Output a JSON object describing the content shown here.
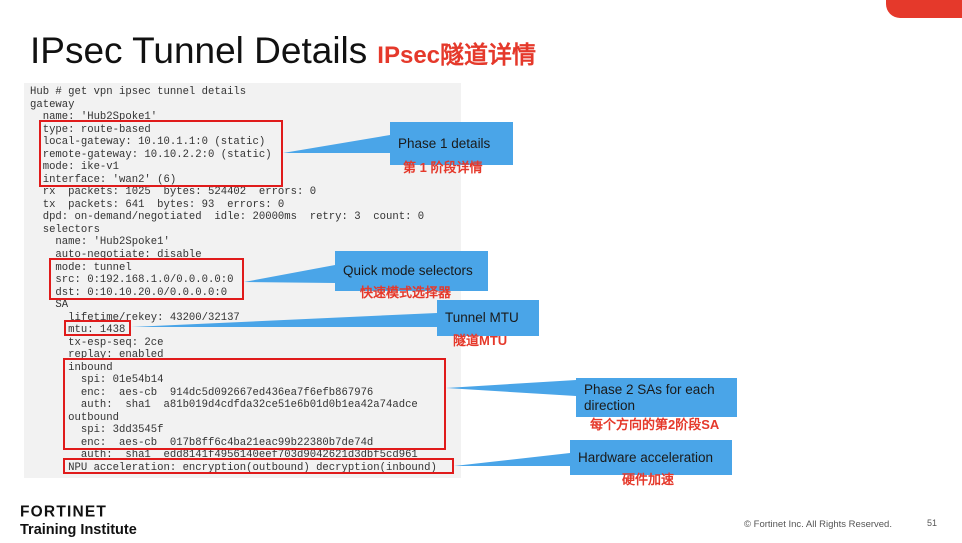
{
  "slide": {
    "title": "IPsec Tunnel Details",
    "title_cn": "IPsec隧道详情",
    "accent_color": "#e5392b"
  },
  "terminal": {
    "lines": [
      "Hub # get vpn ipsec tunnel details",
      "gateway",
      "  name: 'Hub2Spoke1'",
      "  type: route-based",
      "  local-gateway: 10.10.1.1:0 (static)",
      "  remote-gateway: 10.10.2.2:0 (static)",
      "  mode: ike-v1",
      "  interface: 'wan2' (6)",
      "  rx  packets: 1025  bytes: 524402  errors: 0",
      "  tx  packets: 641  bytes: 93  errors: 0",
      "  dpd: on-demand/negotiated  idle: 20000ms  retry: 3  count: 0",
      "  selectors",
      "    name: 'Hub2Spoke1'",
      "    auto-negotiate: disable",
      "    mode: tunnel",
      "    src: 0:192.168.1.0/0.0.0.0:0",
      "    dst: 0:10.10.20.0/0.0.0.0:0",
      "    SA",
      "      lifetime/rekey: 43200/32137",
      "      mtu: 1438",
      "      tx-esp-seq: 2ce",
      "      replay: enabled",
      "      inbound",
      "        spi: 01e54b14",
      "        enc:  aes-cb  914dc5d092667ed436ea7f6efb867976",
      "        auth:  sha1  a81b019d4cdfda32ce51e6b01d0b1ea42a74adce",
      "      outbound",
      "        spi: 3dd3545f",
      "        enc:  aes-cb  017b8ff6c4ba21eac99b22380b7de74d",
      "        auth:  sha1  edd8141f4956140eef703d9042621d3dbf5cd961",
      "      NPU acceleration: encryption(outbound) decryption(inbound)"
    ]
  },
  "callouts": [
    {
      "label": "Phase 1 details",
      "label_cn": "第 1 阶段详情"
    },
    {
      "label": "Quick mode selectors",
      "label_cn": "快速模式选择器"
    },
    {
      "label": "Tunnel MTU",
      "label_cn": "隧道MTU"
    },
    {
      "label": "Phase 2 SAs for each direction",
      "label_cn": "每个方向的第2阶段SA"
    },
    {
      "label": "Hardware acceleration",
      "label_cn": "硬件加速"
    }
  ],
  "footer": {
    "logo_text": "FORTINET",
    "training": "Training Institute",
    "copyright": "© Fortinet Inc. All Rights Reserved.",
    "page": "51"
  },
  "colors": {
    "callout_bg": "#4aa5e8",
    "highlight_border": "#e01b1b",
    "terminal_bg": "#f2f2f2"
  }
}
